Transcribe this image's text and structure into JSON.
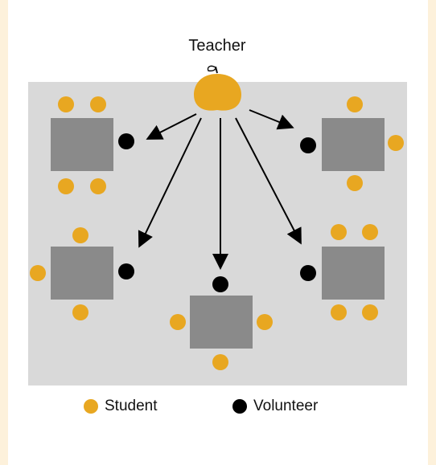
{
  "labels": {
    "teacher": "Teacher"
  },
  "legend": {
    "student": "Student",
    "volunteer": "Volunteer"
  },
  "colors": {
    "student": "#e8a721",
    "volunteer": "#000000",
    "table": "#8a8a8a",
    "room": "#d9d9d9",
    "apple": "#e8a721"
  },
  "icons": {
    "teacher": "apple-icon"
  }
}
